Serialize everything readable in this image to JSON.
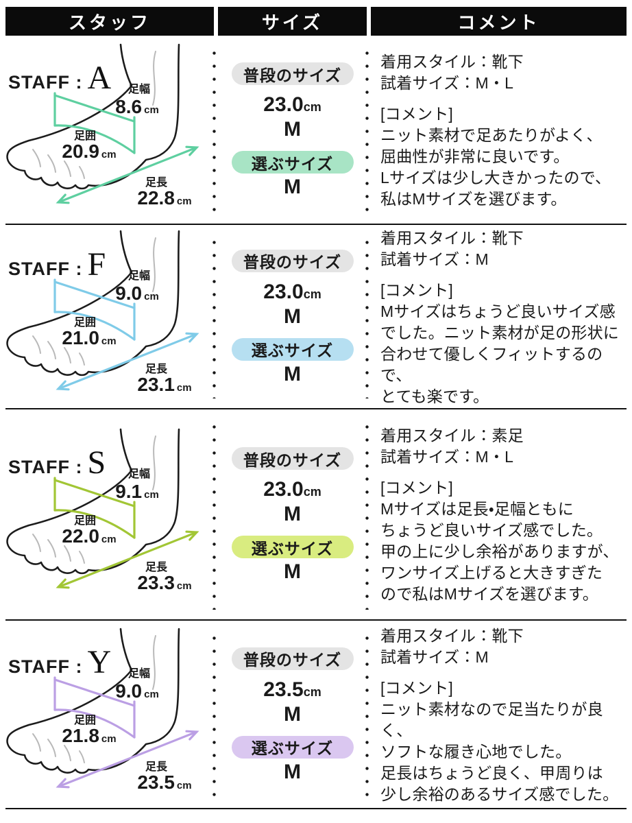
{
  "header": {
    "staff": "スタッフ",
    "size": "サイズ",
    "comment": "コメント"
  },
  "labels": {
    "staff_prefix": "STAFF :",
    "usual_size": "普段のサイズ",
    "select_size": "選ぶサイズ"
  },
  "rows": [
    {
      "letter": "A",
      "color": {
        "line": "#5ecfa0",
        "pill": "#a8e4c5"
      },
      "foot": {
        "width": {
          "label": "足幅",
          "value": "8.6",
          "unit": "cm"
        },
        "girth": {
          "label": "足囲",
          "value": "20.9",
          "unit": "cm"
        },
        "length": {
          "label": "足長",
          "value": "22.8",
          "unit": "cm"
        }
      },
      "size": {
        "usual_value": "23.0",
        "usual_unit": "cm",
        "usual_size": "M",
        "selected_size": "M"
      },
      "comment": {
        "style": "着用スタイル：靴下",
        "tried": "試着サイズ：M・L",
        "heading": "[コメント]",
        "lines": [
          "ニット素材で足あたりがよく、",
          "屈曲性が非常に良いです。",
          "Lサイズは少し大きかったので、",
          "私はMサイズを選びます。"
        ]
      }
    },
    {
      "letter": "F",
      "color": {
        "line": "#7fcbe8",
        "pill": "#b6dff1"
      },
      "foot": {
        "width": {
          "label": "足幅",
          "value": "9.0",
          "unit": "cm"
        },
        "girth": {
          "label": "足囲",
          "value": "21.0",
          "unit": "cm"
        },
        "length": {
          "label": "足長",
          "value": "23.1",
          "unit": "cm"
        }
      },
      "size": {
        "usual_value": "23.0",
        "usual_unit": "cm",
        "usual_size": "M",
        "selected_size": "M"
      },
      "comment": {
        "style": "着用スタイル：靴下",
        "tried": "試着サイズ：M",
        "heading": "[コメント]",
        "lines": [
          "Mサイズはちょうど良いサイズ感",
          "でした。ニット素材が足の形状に",
          "合わせて優しくフィットするので、",
          "とても楽です。"
        ]
      }
    },
    {
      "letter": "S",
      "color": {
        "line": "#a2c635",
        "pill": "#d9ec80"
      },
      "foot": {
        "width": {
          "label": "足幅",
          "value": "9.1",
          "unit": "cm"
        },
        "girth": {
          "label": "足囲",
          "value": "22.0",
          "unit": "cm"
        },
        "length": {
          "label": "足長",
          "value": "23.3",
          "unit": "cm"
        }
      },
      "size": {
        "usual_value": "23.0",
        "usual_unit": "cm",
        "usual_size": "M",
        "selected_size": "M"
      },
      "comment": {
        "style": "着用スタイル：素足",
        "tried": "試着サイズ：M・L",
        "heading": "[コメント]",
        "lines": [
          "Mサイズは足長・足幅ともに",
          "ちょうど良いサイズ感でした。",
          "甲の上に少し余裕がありますが、",
          "ワンサイズ上げると大きすぎた",
          "ので私はMサイズを選びます。"
        ]
      }
    },
    {
      "letter": "Y",
      "color": {
        "line": "#bb9fe4",
        "pill": "#dac7f0"
      },
      "foot": {
        "width": {
          "label": "足幅",
          "value": "9.0",
          "unit": "cm"
        },
        "girth": {
          "label": "足囲",
          "value": "21.8",
          "unit": "cm"
        },
        "length": {
          "label": "足長",
          "value": "23.5",
          "unit": "cm"
        }
      },
      "size": {
        "usual_value": "23.5",
        "usual_unit": "cm",
        "usual_size": "M",
        "selected_size": "M"
      },
      "comment": {
        "style": "着用スタイル：靴下",
        "tried": "試着サイズ：M",
        "heading": "[コメント]",
        "lines": [
          "ニット素材なので足当たりが良く、",
          "ソフトな履き心地でした。",
          "足長はちょうど良く、甲周りは",
          "少し余裕のあるサイズ感でした。"
        ]
      }
    }
  ]
}
